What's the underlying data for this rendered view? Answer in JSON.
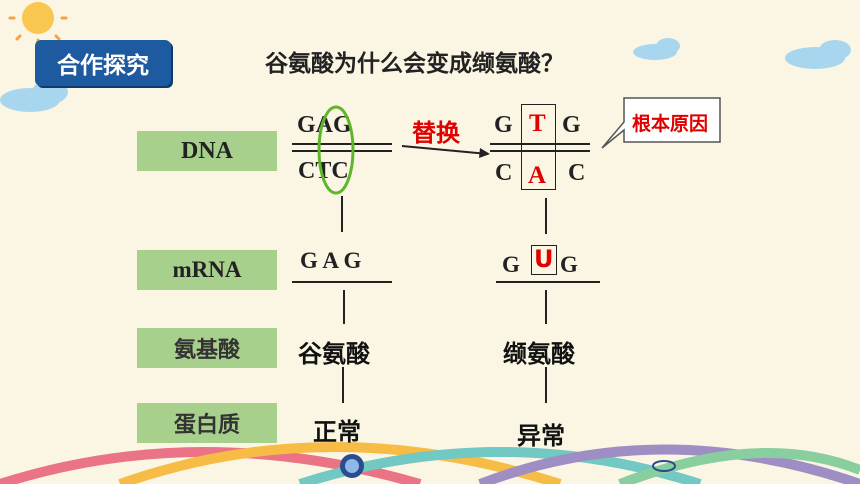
{
  "header": {
    "tag": "合作探究",
    "question": "谷氨酸为什么会变成缬氨酸？"
  },
  "labels": {
    "dna": "DNA",
    "mrna": "mRNA",
    "amino": "氨基酸",
    "protein": "蛋白质"
  },
  "normal": {
    "dna_top": [
      "G",
      "A",
      "G"
    ],
    "dna_bottom": [
      "C",
      "T",
      "C"
    ],
    "mrna": [
      "G",
      "A",
      "G"
    ],
    "amino": "谷氨酸",
    "protein": "正常"
  },
  "mutant": {
    "dna_top": [
      "G",
      "T",
      "G"
    ],
    "dna_bottom": [
      "C",
      "A",
      "C"
    ],
    "mrna": [
      "G",
      "U",
      "G"
    ],
    "amino": "缬氨酸",
    "protein": "异常"
  },
  "arrow_label": "替换",
  "callout": "根本原因",
  "colors": {
    "accent_red": "#e00000",
    "tag_blue": "#1d5aa0",
    "label_green": "#a8d08d",
    "ellipse_green": "#5cb82a"
  }
}
